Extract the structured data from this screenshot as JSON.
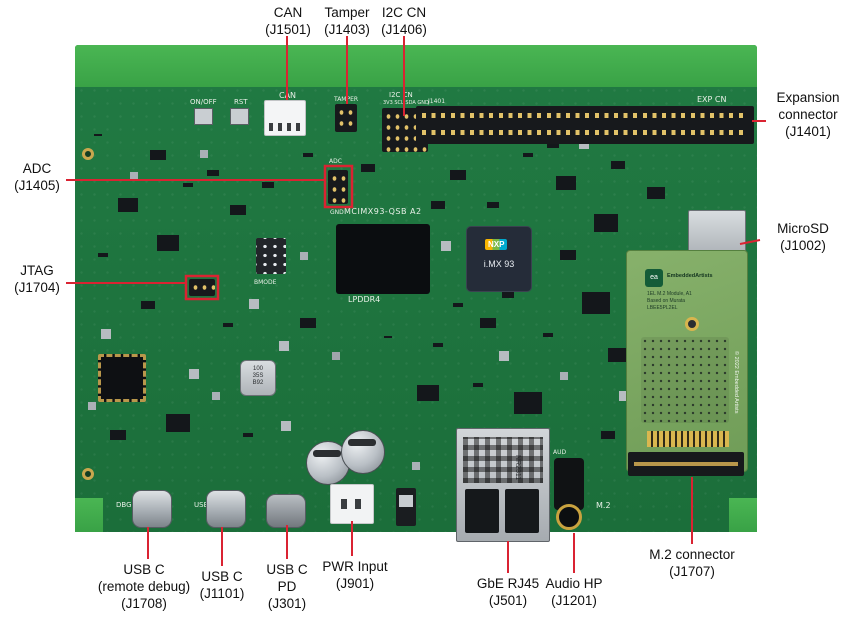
{
  "colors": {
    "board_green": "#1f7a41",
    "edge_green": "#43b04c",
    "callout_red": "#da2332",
    "component_black": "#14171b"
  },
  "callouts": {
    "can": {
      "lines": [
        "CAN",
        "(J1501)"
      ]
    },
    "tamper": {
      "lines": [
        "Tamper",
        "(J1403)"
      ]
    },
    "i2c_cn": {
      "lines": [
        "I2C CN",
        "(J1406)"
      ]
    },
    "expansion": {
      "lines": [
        "Expansion",
        "connector",
        "(J1401)"
      ]
    },
    "microsd": {
      "lines": [
        "MicroSD",
        "(J1002)"
      ]
    },
    "adc": {
      "lines": [
        "ADC",
        "(J1405)"
      ]
    },
    "jtag": {
      "lines": [
        "JTAG",
        "(J1704)"
      ]
    },
    "usb_c_debug": {
      "lines": [
        "USB C",
        "(remote debug)",
        "(J1708)"
      ]
    },
    "usb_c": {
      "lines": [
        "USB C",
        "(J1101)"
      ]
    },
    "usb_c_pd": {
      "lines": [
        "USB C",
        "PD",
        "(J301)"
      ]
    },
    "pwr_input": {
      "lines": [
        "PWR Input",
        "(J901)"
      ]
    },
    "gbe_rj45": {
      "lines": [
        "GbE RJ45",
        "(J501)"
      ]
    },
    "audio_hp": {
      "lines": [
        "Audio HP",
        "(J1201)"
      ]
    },
    "m2": {
      "lines": [
        "M.2 connector",
        "(J1707)"
      ]
    }
  },
  "board": {
    "silkscreen": {
      "on_off": "ON/OFF",
      "rst": "RST",
      "can": "CAN",
      "tamper": "TAMPER",
      "i2c_cn": "I2C CN",
      "i2c_pins": "3V3 SCL SDA GND",
      "j1401": "J1401",
      "exp_cn": "EXP CN",
      "model": "MCIMX93-QSB A2",
      "adc": "ADC",
      "gnd": "GND",
      "bmode": "BMODE",
      "lpddr4": "LPDDR4",
      "dbg": "DBG",
      "usb": "USB",
      "m2": "M.2",
      "aud": "AUD"
    },
    "soc": {
      "brand": "NXP",
      "part": "i.MX 93"
    },
    "inductor": {
      "l1": "100",
      "l2": "35S",
      "l3": "B92"
    },
    "rj45_marking": "NR2311",
    "m2_module": {
      "logo": "EmbeddedArtists",
      "desc1": "1EL M.2 Module, A1",
      "desc2": "Based on Murata",
      "desc3": "LBEE5PL2EL",
      "copyright": "© 2022 Embedded Artists"
    }
  }
}
